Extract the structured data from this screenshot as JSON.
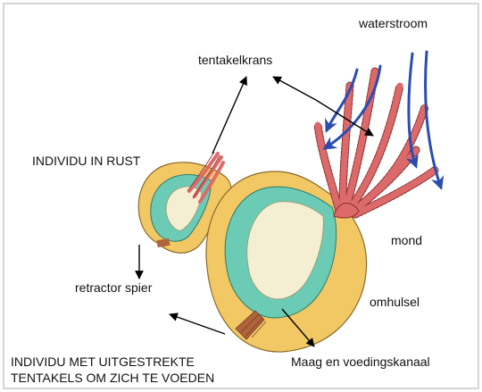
{
  "labels": {
    "waterstroom": "waterstroom",
    "tentakelkrans": "tentakelkrans",
    "individu_in_rust": "INDIVIDU IN RUST",
    "mond": "mond",
    "retractor_spier": "retractor spier",
    "omhulsel": "omhulsel",
    "maag": "Maag en voedingskanaal",
    "individu_uitgestrekt_line1": "INDIVIDU MET UITGESTREKTE",
    "individu_uitgestrekt_line2": "TENTAKELS OM ZICH TE VOEDEN"
  },
  "colors": {
    "frame": "#c8c8c8",
    "body_yellow": "#f2c865",
    "body_outline": "#8a6a2a",
    "teal": "#6ccbb4",
    "inner_cream": "#f4efd2",
    "tentacle_red": "#dc6a6a",
    "tentacle_outline": "#8a2e2e",
    "muscle_brown": "#b0643c",
    "water_arrow": "#2b4cb0",
    "pointer": "#000000"
  }
}
